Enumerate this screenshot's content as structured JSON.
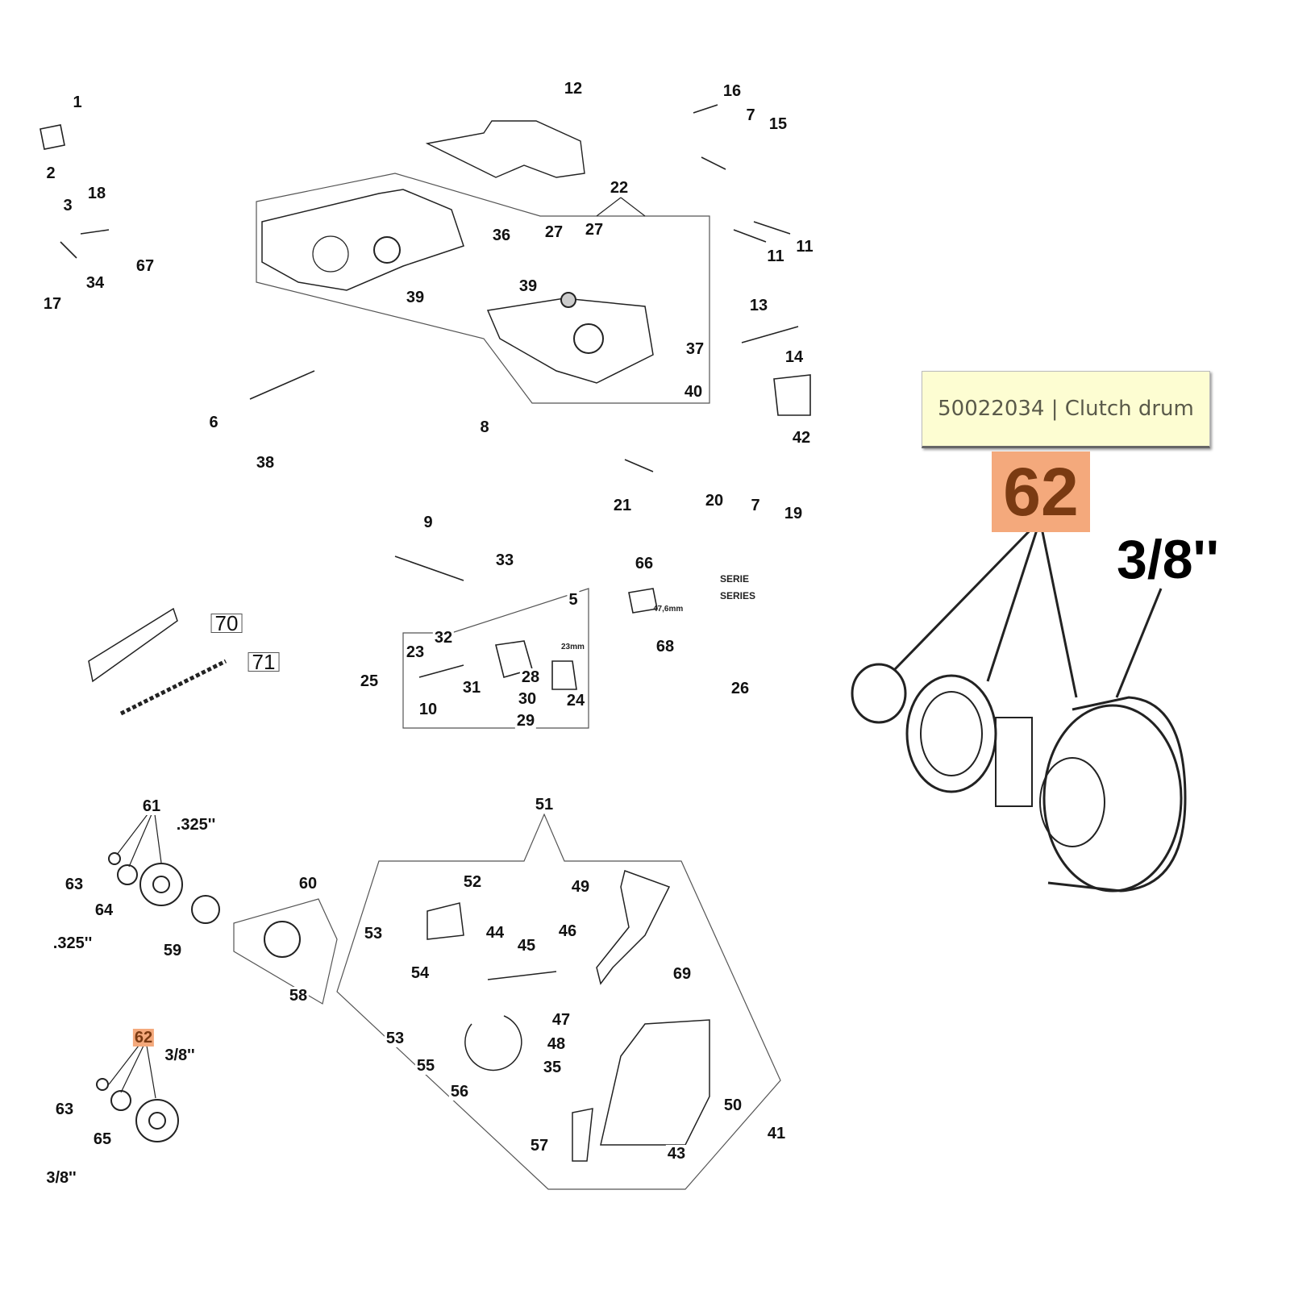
{
  "tooltip": {
    "part_number": "50022034",
    "separator": "|",
    "part_name": "Clutch drum",
    "text": "50022034 | Clutch drum"
  },
  "selected_callout": "62",
  "zoom_view": {
    "callout": "62",
    "pitch": "3/8''"
  },
  "notes": {
    "serie_1": "SERIE",
    "serie_2": "SERIES",
    "dim_47": "47,6mm",
    "dim_23": "23mm"
  },
  "callouts": [
    "1",
    "2",
    "3",
    "18",
    "67",
    "34",
    "17",
    "12",
    "16",
    "7",
    "15",
    "22",
    "36",
    "27",
    "27",
    "39",
    "39",
    "11",
    "11",
    "13",
    "14",
    "37",
    "40",
    "42",
    "6",
    "8",
    "38",
    "21",
    "20",
    "7",
    "19",
    "9",
    "33",
    "5",
    "66",
    "68",
    "70",
    "71",
    "32",
    "23",
    "28",
    "31",
    "25",
    "30",
    "24",
    "10",
    "29",
    "26",
    "61",
    ".325''",
    "63",
    "64",
    ".325''",
    "59",
    "60",
    "58",
    "51",
    "52",
    "49",
    "53",
    "44",
    "45",
    "46",
    "54",
    "69",
    "47",
    "48",
    "53",
    "55",
    "35",
    "56",
    "50",
    "41",
    "57",
    "43",
    "62",
    "3/8''",
    "63",
    "65",
    "3/8''"
  ],
  "colors": {
    "highlight": "#f4a97c",
    "highlight_text": "#7a3a12",
    "tooltip_bg": "#fdfdd2"
  }
}
